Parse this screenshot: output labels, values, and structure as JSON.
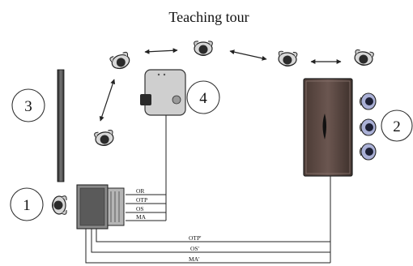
{
  "diagram": {
    "title": "Teaching tour",
    "callouts": [
      "1",
      "2",
      "3",
      "4"
    ],
    "wires_short": [
      "OR",
      "OTP",
      "OS",
      "MA"
    ],
    "wires_long": [
      "OTP'",
      "OS'",
      "MA'"
    ]
  }
}
